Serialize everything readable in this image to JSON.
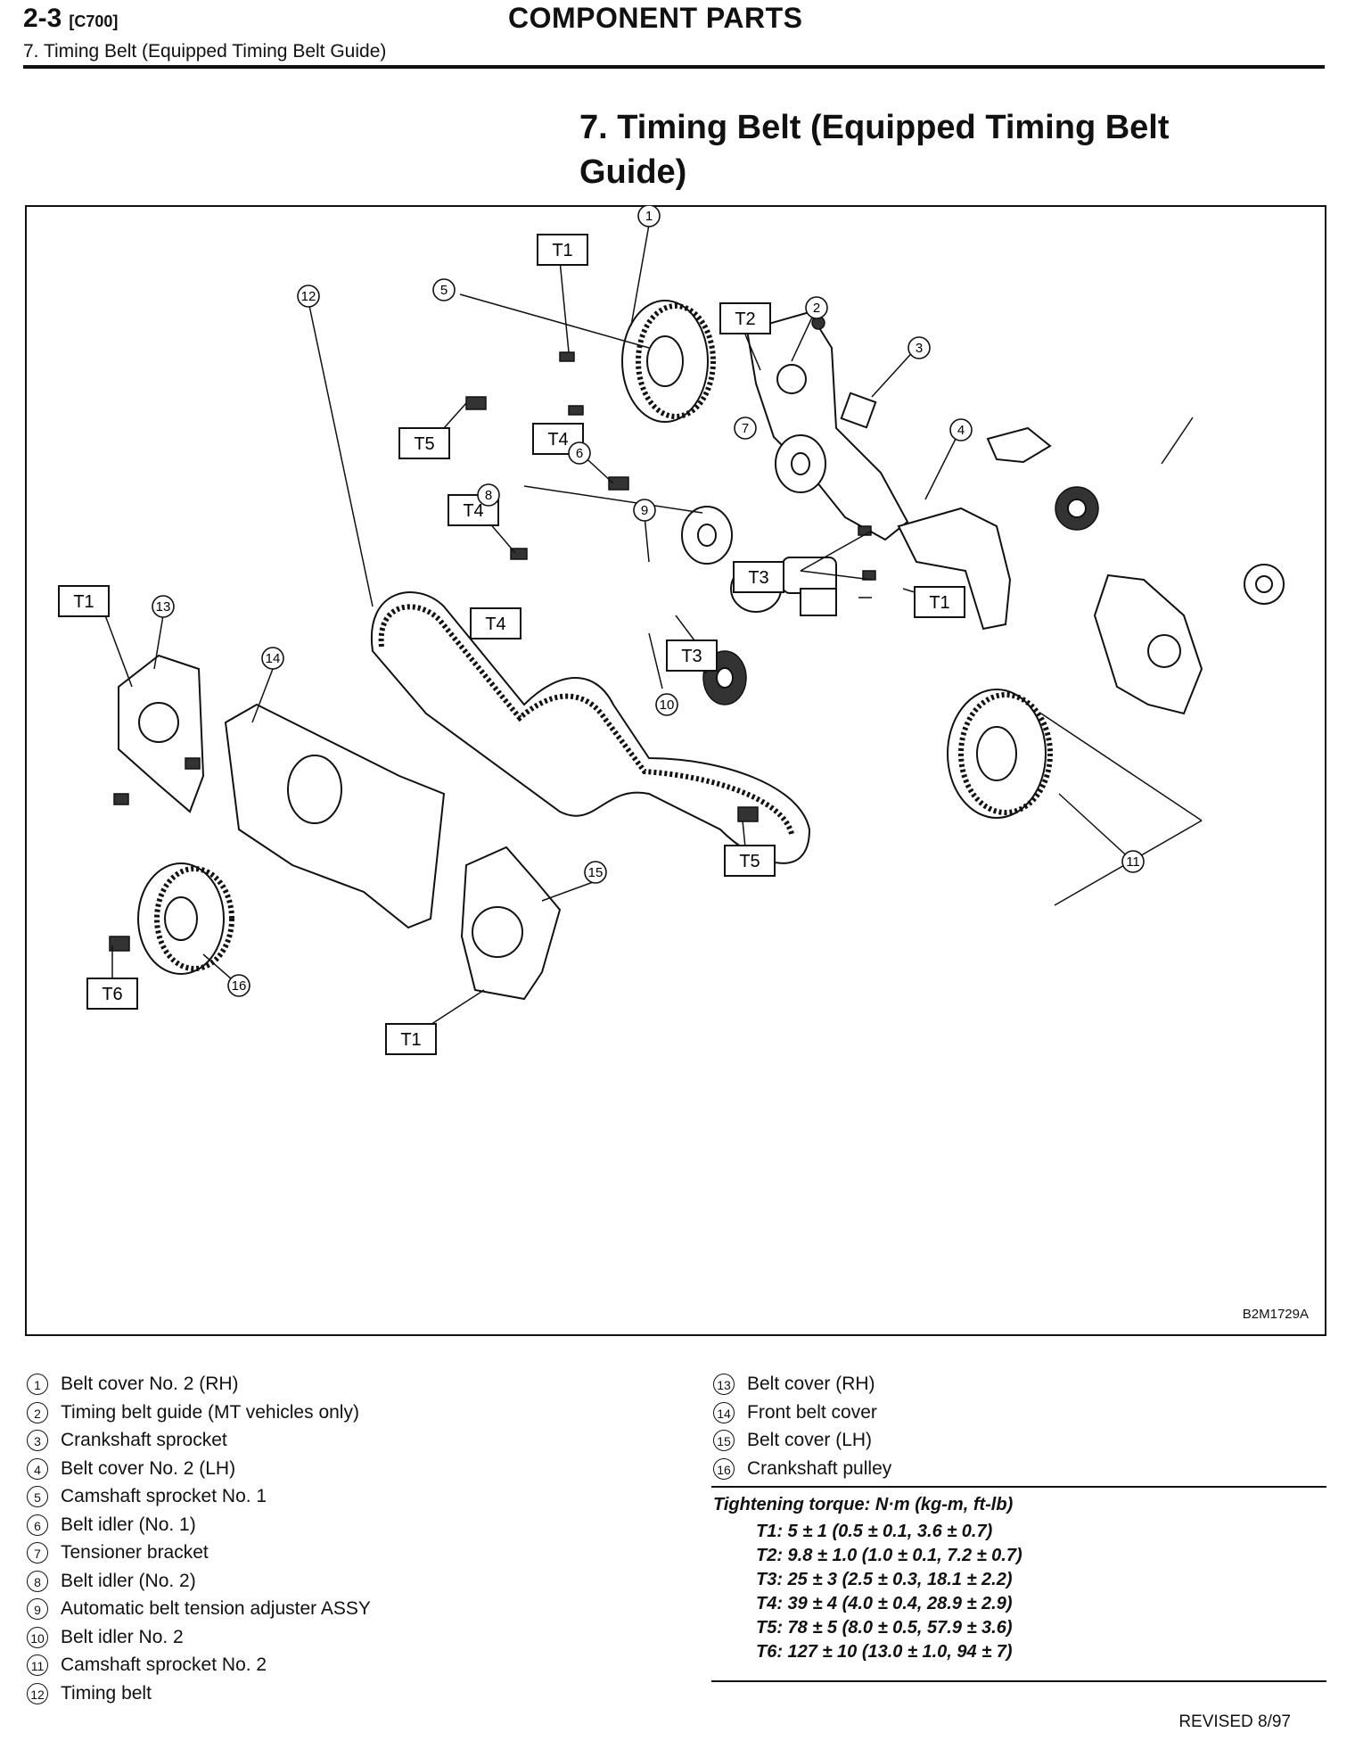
{
  "header": {
    "section": "2-3",
    "code": "[C700]",
    "title": "COMPONENT PARTS",
    "subtitle": "7. Timing Belt (Equipped Timing Belt Guide)"
  },
  "main_title": "7. Timing Belt (Equipped Timing Belt Guide)",
  "figure": {
    "id": "B2M1729A",
    "torque_labels": [
      "T1",
      "T2",
      "T3",
      "T4",
      "T5",
      "T6"
    ],
    "callouts": [
      "1",
      "2",
      "3",
      "4",
      "5",
      "6",
      "7",
      "8",
      "9",
      "10",
      "11",
      "12",
      "13",
      "14",
      "15",
      "16"
    ]
  },
  "legend": {
    "left": [
      {
        "num": "1",
        "text": "Belt cover No. 2 (RH)"
      },
      {
        "num": "2",
        "text": "Timing belt guide (MT vehicles only)"
      },
      {
        "num": "3",
        "text": "Crankshaft sprocket"
      },
      {
        "num": "4",
        "text": "Belt cover No. 2 (LH)"
      },
      {
        "num": "5",
        "text": "Camshaft sprocket No. 1"
      },
      {
        "num": "6",
        "text": "Belt idler (No. 1)"
      },
      {
        "num": "7",
        "text": "Tensioner bracket"
      },
      {
        "num": "8",
        "text": "Belt idler (No. 2)"
      },
      {
        "num": "9",
        "text": "Automatic belt tension adjuster ASSY"
      },
      {
        "num": "10",
        "text": "Belt idler No. 2"
      },
      {
        "num": "11",
        "text": "Camshaft sprocket No. 2"
      },
      {
        "num": "12",
        "text": "Timing belt"
      }
    ],
    "right": [
      {
        "num": "13",
        "text": "Belt cover (RH)"
      },
      {
        "num": "14",
        "text": "Front belt cover"
      },
      {
        "num": "15",
        "text": "Belt cover (LH)"
      },
      {
        "num": "16",
        "text": "Crankshaft pulley"
      }
    ]
  },
  "torque": {
    "title": "Tightening torque: N·m (kg-m, ft-lb)",
    "items": [
      "T1: 5 ± 1 (0.5 ± 0.1, 3.6 ± 0.7)",
      "T2: 9.8 ± 1.0 (1.0 ± 0.1, 7.2 ± 0.7)",
      "T3: 25 ± 3 (2.5 ± 0.3, 18.1 ± 2.2)",
      "T4: 39 ± 4 (4.0 ± 0.4, 28.9 ± 2.9)",
      "T5: 78 ± 5 (8.0 ± 0.5, 57.9 ± 3.6)",
      "T6: 127 ± 10 (13.0 ± 1.0, 94 ± 7)"
    ]
  },
  "footer": {
    "revised": "REVISED 8/97"
  }
}
